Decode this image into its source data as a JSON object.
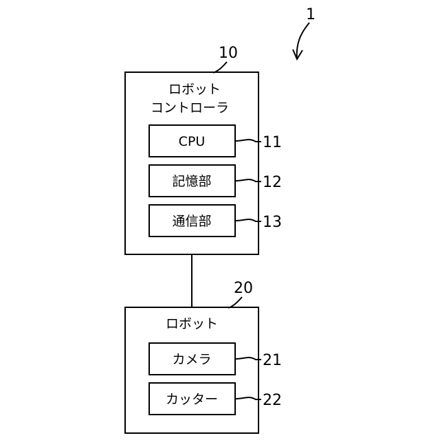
{
  "figure_number": "1",
  "controller": {
    "ref": "10",
    "title_line1": "ロボット",
    "title_line2": "コントローラ",
    "components": [
      {
        "label": "CPU",
        "ref": "11"
      },
      {
        "label": "記憶部",
        "ref": "12"
      },
      {
        "label": "通信部",
        "ref": "13"
      }
    ]
  },
  "robot": {
    "ref": "20",
    "title": "ロボット",
    "components": [
      {
        "label": "カメラ",
        "ref": "21"
      },
      {
        "label": "カッター",
        "ref": "22"
      }
    ]
  }
}
